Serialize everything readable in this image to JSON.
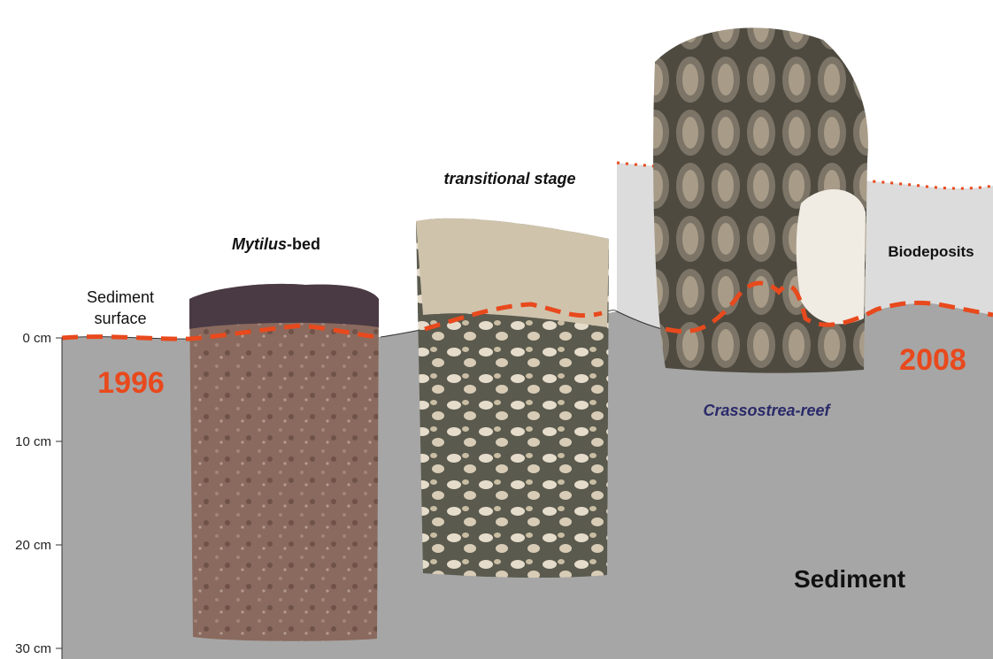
{
  "axis": {
    "ticks": [
      "0 cm",
      "10 cm",
      "20 cm",
      "30 cm"
    ]
  },
  "labels": {
    "sediment_surface_line1": "Sediment",
    "sediment_surface_line2": "surface",
    "mytilus_italic": "Mytilus",
    "mytilus_suffix": "-bed",
    "transitional": "transitional stage",
    "biodeposits": "Biodeposits",
    "crassostrea": "Crassostrea-reef",
    "sediment": "Sediment",
    "year_left": "1996",
    "year_right": "2008"
  },
  "colors": {
    "sediment_fill": "#a6a6a6",
    "biodeposit_fill": "#dcdcdc",
    "dashed_line": "#e8491d",
    "year_text": "#e8491d",
    "crassostrea_text": "#2a2a6a",
    "mytilus_core": "#8a6a5e",
    "transitional_core": "#5a5a4e",
    "oyster_core": "#4e4a40"
  }
}
